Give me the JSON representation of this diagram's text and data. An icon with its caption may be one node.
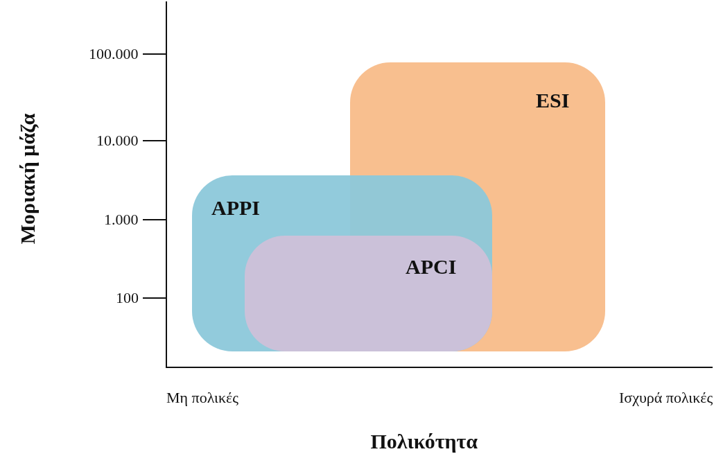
{
  "diagram": {
    "nodes": [
      {
        "text": [
          "ESI"
        ]
      },
      {
        "text": [
          "APPI"
        ]
      },
      {
        "text": [
          "APCI"
        ],
        "in": 1
      }
    ],
    "labels": [
      "Μοριακή μάζα",
      "100.000",
      "10.000",
      "1.000",
      "100",
      "Μη πολικές",
      "Ισχυρά πολικές",
      "Πολικότητα"
    ]
  }
}
